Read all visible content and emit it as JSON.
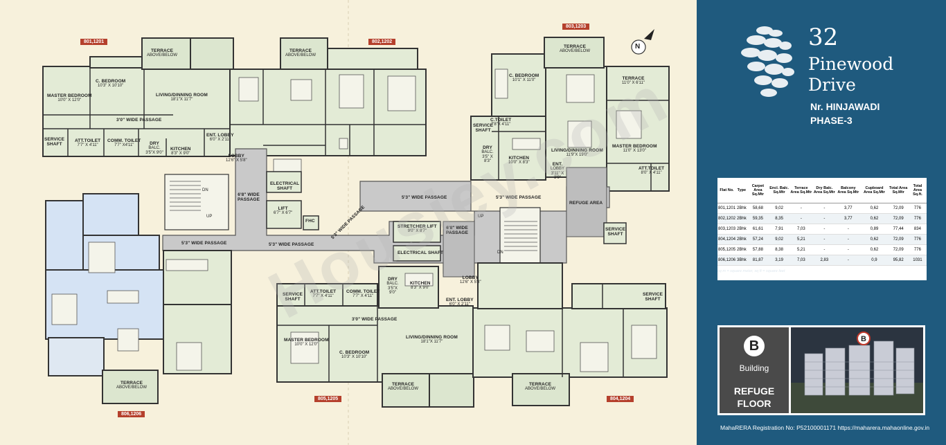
{
  "flat_tags": {
    "t801": "801,1201",
    "t802": "802,1202",
    "t803": "803,1203",
    "t804": "804,1204",
    "t805": "805,1205",
    "t806": "806,1206"
  },
  "rooms": {
    "master_bed_1": {
      "name": "MASTER BEDROOM",
      "dim": "10'0\" X 12'0\""
    },
    "c_bed_1": {
      "name": "C. BEDROOM",
      "dim": "10'3\" X 10'10\""
    },
    "living_1": {
      "name": "LIVING/DINNING ROOM",
      "dim": "18'1\"X 11'7\""
    },
    "terrace_1": {
      "name": "TERRACE",
      "dim": "ABOVE/BELOW"
    },
    "terrace_2": {
      "name": "TERRACE",
      "dim": "ABOVE/BELOW"
    },
    "passage_1": {
      "name": "3'0\" WIDE PASSAGE",
      "dim": ""
    },
    "service_1": {
      "name": "SERVICE",
      "dim": "SHAFT"
    },
    "att_toilet_1": {
      "name": "ATT.TOILET",
      "dim": "7'7\" X 4'11\""
    },
    "comm_toilet_1": {
      "name": "COMM. TOILET",
      "dim": "7'7\" X4'11\""
    },
    "dry_balc_1": {
      "name": "DRY",
      "dim": "BALC. 3'5\"X 9'0\""
    },
    "kitchen_1": {
      "name": "KITCHEN",
      "dim": "8'3\" X 9'0\""
    },
    "ent_lobby_1": {
      "name": "ENT. LOBBY",
      "dim": "6'0\" X 2'11\""
    },
    "lobby_top": {
      "name": "LOBBY",
      "dim": "12'6\" X 5'8\""
    },
    "electrical_1": {
      "name": "ELECTRICAL",
      "dim": "SHAFT"
    },
    "passage_68": {
      "name": "6'8\" WIDE",
      "dim": "PASSAGE"
    },
    "lift": {
      "name": "LIFT",
      "dim": "6'7\" X 6'7\""
    },
    "fhc": {
      "name": "FHC",
      "dim": ""
    },
    "passage_53_a": {
      "name": "5'3\" WIDE PASSAGE",
      "dim": ""
    },
    "passage_53_b": {
      "name": "5'3\" WIDE PASSAGE",
      "dim": ""
    },
    "passage_53_c": {
      "name": "5'3\" WIDE PASSAGE",
      "dim": ""
    },
    "passage_53_d": {
      "name": "5'3\" WIDE PASSAGE",
      "dim": ""
    },
    "passage_53_e": {
      "name": "5'3\" WIDE PASSAGE",
      "dim": ""
    },
    "c_bed_3": {
      "name": "C. BEDROOM",
      "dim": "10'1\" X 11'0\""
    },
    "terrace_3": {
      "name": "TERRACE",
      "dim": "ABOVE/BELOW"
    },
    "terrace_3b": {
      "name": "TERRACE",
      "dim": "11'0\" X 6'11\""
    },
    "c_toilet_3": {
      "name": "C.TOILET",
      "dim": "7'8\"X 4'11\""
    },
    "service_3": {
      "name": "SERVICE",
      "dim": "SHAFT"
    },
    "dry_balc_3": {
      "name": "DRY",
      "dim": "BALC. 3'5\" X 8'3\""
    },
    "kitchen_3": {
      "name": "KITCHEN",
      "dim": "10'0\" X 8'3\""
    },
    "living_3": {
      "name": "LIVING/DINNING ROOM",
      "dim": "11'9\"X 19'0\""
    },
    "master_bed_3": {
      "name": "MASTER BEDROOM",
      "dim": "11'0\" X 13'0\""
    },
    "ent_lobby_3": {
      "name": "ENT.",
      "dim": "LOBBY 3'11\" X 3'9\""
    },
    "att_toilet_3": {
      "name": "ATT.TOILET",
      "dim": "8'0\" X 4'11\""
    },
    "refuge": {
      "name": "REFUGE AREA",
      "dim": ""
    },
    "service_3b": {
      "name": "SERVICE",
      "dim": "SHAFT"
    },
    "stretcher": {
      "name": "STRETCHER LIFT",
      "dim": "9'0\" X 8'7\""
    },
    "electrical_2": {
      "name": "ELECTRICAL SHAFT",
      "dim": ""
    },
    "passage_68b": {
      "name": "6'8\" WIDE",
      "dim": "PASSAGE"
    },
    "lobby_bottom": {
      "name": "LOBBY",
      "dim": "12'6\" X 5'8\""
    },
    "dry_balc_5": {
      "name": "DRY",
      "dim": "BALC. 3'5\"X 9'0\""
    },
    "kitchen_5": {
      "name": "KITCHEN",
      "dim": "8'3\" X 9'0\""
    },
    "ent_lobby_5": {
      "name": "ENT. LOBBY",
      "dim": "6'0\" X 2'11\""
    },
    "service_5": {
      "name": "SERVICE",
      "dim": "SHAFT"
    },
    "att_toilet_5": {
      "name": "ATT.TOILET",
      "dim": "7'7\" X 4'11\""
    },
    "comm_toilet_5": {
      "name": "COMM. TOILET",
      "dim": "7'7\" X 4'11\""
    },
    "passage_5": {
      "name": "3'0\" WIDE PASSAGE",
      "dim": ""
    },
    "master_bed_5": {
      "name": "MASTER BEDROOM",
      "dim": "10'0\" X 12'0\""
    },
    "c_bed_5": {
      "name": "C. BEDROOM",
      "dim": "10'3\" X 10'10\""
    },
    "living_5": {
      "name": "LIVING/DINNING ROOM",
      "dim": "18'1\"X 11'7\""
    },
    "terrace_5": {
      "name": "TERRACE",
      "dim": "ABOVE/BELOW"
    },
    "terrace_4": {
      "name": "TERRACE",
      "dim": "ABOVE/BELOW"
    },
    "service_4": {
      "name": "SERVICE",
      "dim": "SHAFT"
    },
    "terrace_6": {
      "name": "TERRACE",
      "dim": "ABOVE/BELOW"
    }
  },
  "stair_labels": {
    "dn1": "DN",
    "up1": "UP",
    "dn2": "DN",
    "up2": "UP"
  },
  "compass": {
    "letter": "N"
  },
  "watermark": "Housiey.com",
  "brand": {
    "line1": "32",
    "line2": "Pinewood",
    "line3": "Drive",
    "loc1": "Nr. HINJAWADI",
    "loc2": "PHASE-3"
  },
  "table": {
    "headers": [
      "Flat No.",
      "Type",
      "Carpet Area Sq.Mtr",
      "Encl. Balc. Sq.Mtr",
      "Terrace Area Sq.Mtr",
      "Dry Balc. Area Sq.Mtr",
      "Balcony Area Sq.Mtr",
      "Cupboard Area Sq.Mtr",
      "Total Area Sq.Mtr",
      "Total Area Sq.ft."
    ],
    "rows": [
      [
        "801,1201",
        "2Bhk",
        "58,68",
        "9,02",
        "-",
        "-",
        "3,77",
        "0,62",
        "72,09",
        "776"
      ],
      [
        "802,1202",
        "2Bhk",
        "59,35",
        "8,35",
        "-",
        "-",
        "3,77",
        "0,62",
        "72,09",
        "776"
      ],
      [
        "803,1203",
        "2Bhk",
        "61,61",
        "7,91",
        "7,03",
        "-",
        "-",
        "0,89",
        "77,44",
        "834"
      ],
      [
        "804,1204",
        "2Bhk",
        "57,24",
        "9,02",
        "5,21",
        "-",
        "-",
        "0,62",
        "72,09",
        "776"
      ],
      [
        "805,1205",
        "2Bhk",
        "57,88",
        "8,38",
        "5,21",
        "-",
        "-",
        "0,62",
        "72,09",
        "776"
      ],
      [
        "806,1206",
        "3Bhk",
        "81,87",
        "3,19",
        "7,03",
        "2,83",
        "-",
        "0,9",
        "95,82",
        "1031"
      ]
    ],
    "note": "sq m = square meter, sq ft = square feet"
  },
  "building": {
    "letter": "B",
    "word": "Building",
    "refuge1": "REFUGE",
    "refuge2": "FLOOR",
    "photo_badge": "B"
  },
  "rera": "MahaRERA Registration No: P52100001171   https://maharera.mahaonline.gov.in",
  "colors": {
    "panel_blue": "#1f5a7e",
    "room_green": "#e3ebd6",
    "unit_blue": "#d5e3f4",
    "corridor_grey": "#c9c9c9",
    "tag_red": "#b5402c",
    "page_cream": "#f7f1dc"
  }
}
